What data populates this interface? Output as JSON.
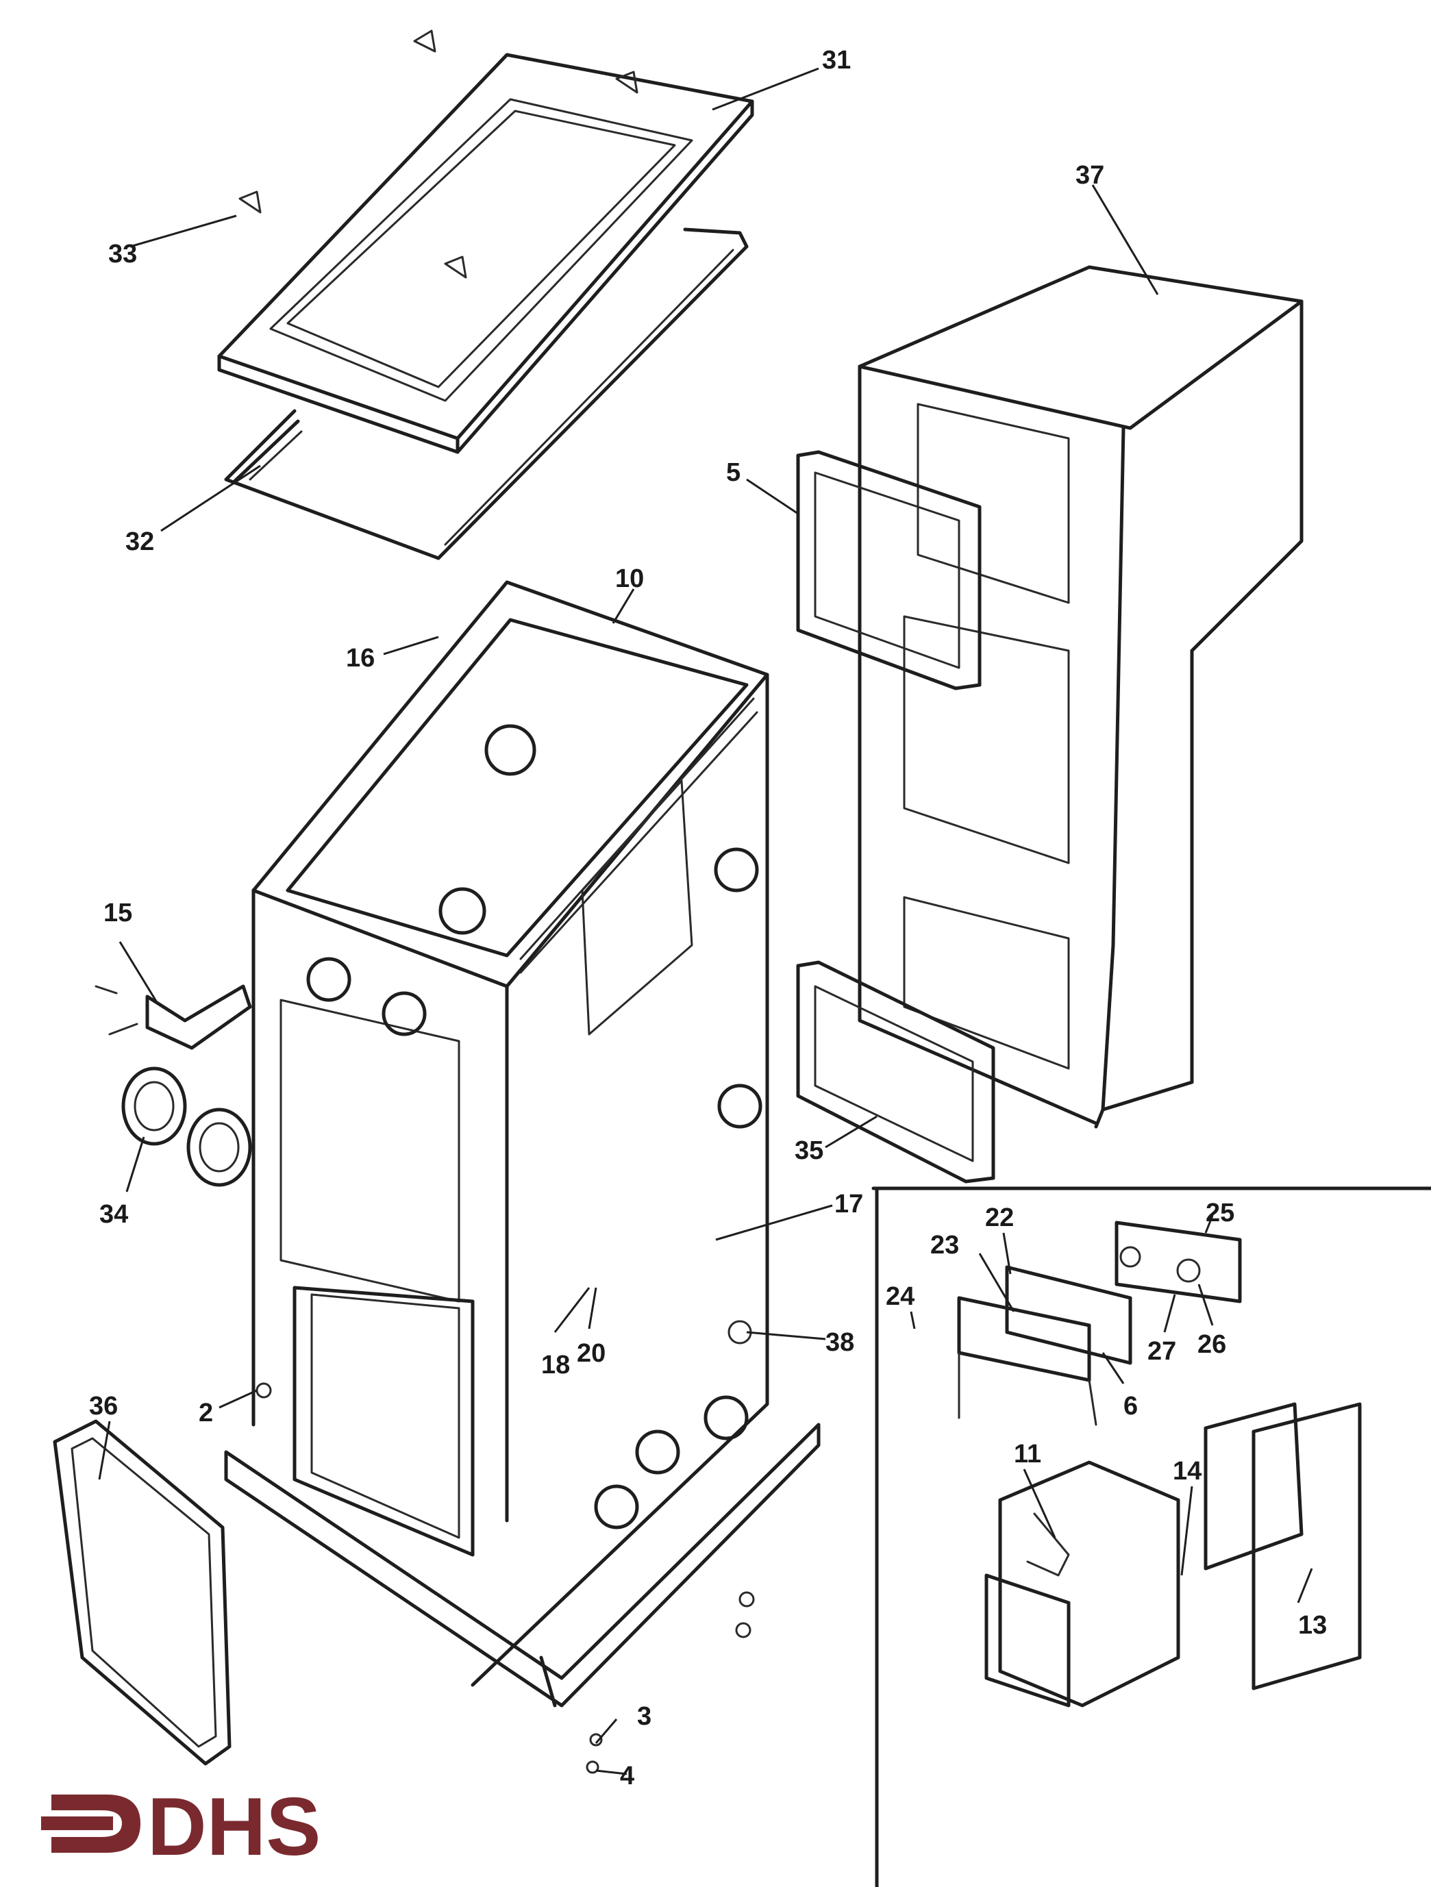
{
  "diagram": {
    "part_labels": [
      "31",
      "33",
      "37",
      "32",
      "5",
      "10",
      "16",
      "15",
      "34",
      "17",
      "35",
      "22",
      "25",
      "23",
      "24",
      "18",
      "20",
      "38",
      "27",
      "26",
      "6",
      "2",
      "36",
      "11",
      "14",
      "13",
      "3",
      "4"
    ]
  },
  "logo": {
    "text": "DHS",
    "color": "#7a2a2e"
  }
}
